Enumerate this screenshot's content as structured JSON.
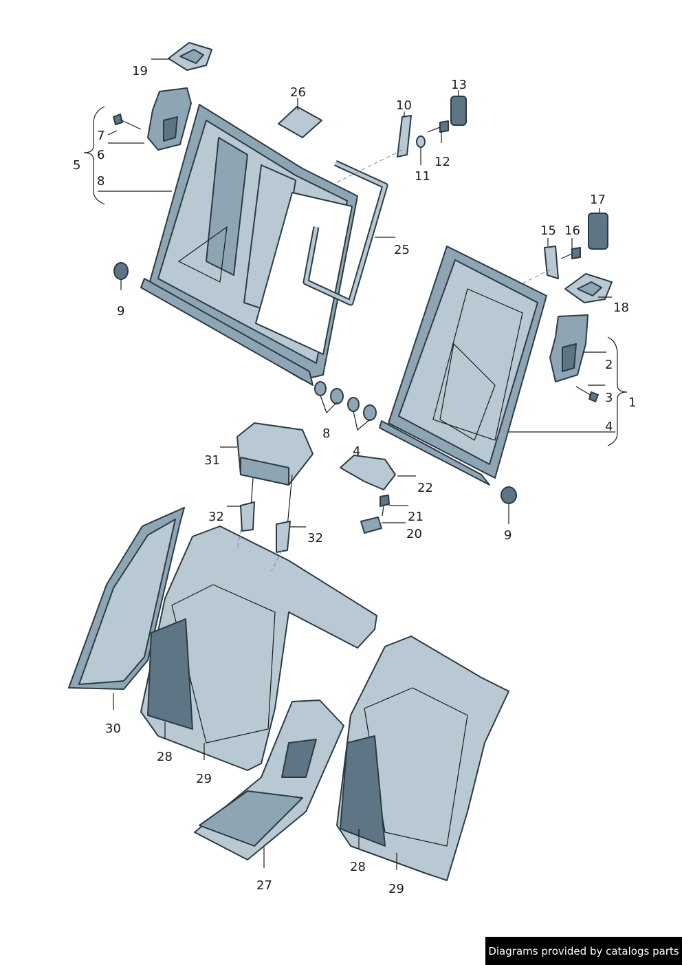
{
  "labels": {
    "l1": "1",
    "l2": "2",
    "l3": "3",
    "l4a": "4",
    "l4b": "4",
    "l5": "5",
    "l6": "6",
    "l7": "7",
    "l8a": "8",
    "l8b": "8",
    "l9a": "9",
    "l9b": "9",
    "l10": "10",
    "l11": "11",
    "l12": "12",
    "l13": "13",
    "l15": "15",
    "l16": "16",
    "l17": "17",
    "l18": "18",
    "l19": "19",
    "l20": "20",
    "l21": "21",
    "l22": "22",
    "l25": "25",
    "l26": "26",
    "l27": "27",
    "l28a": "28",
    "l28b": "28",
    "l29a": "29",
    "l29b": "29",
    "l30": "30",
    "l31": "31",
    "l32a": "32",
    "l32b": "32"
  },
  "credit": "Diagrams provided by catalogs parts",
  "colors": {
    "part_light": "#b9c9d3",
    "part_mid": "#8ea5b4",
    "part_dark": "#5d7585",
    "outline": "#2b3a44"
  }
}
